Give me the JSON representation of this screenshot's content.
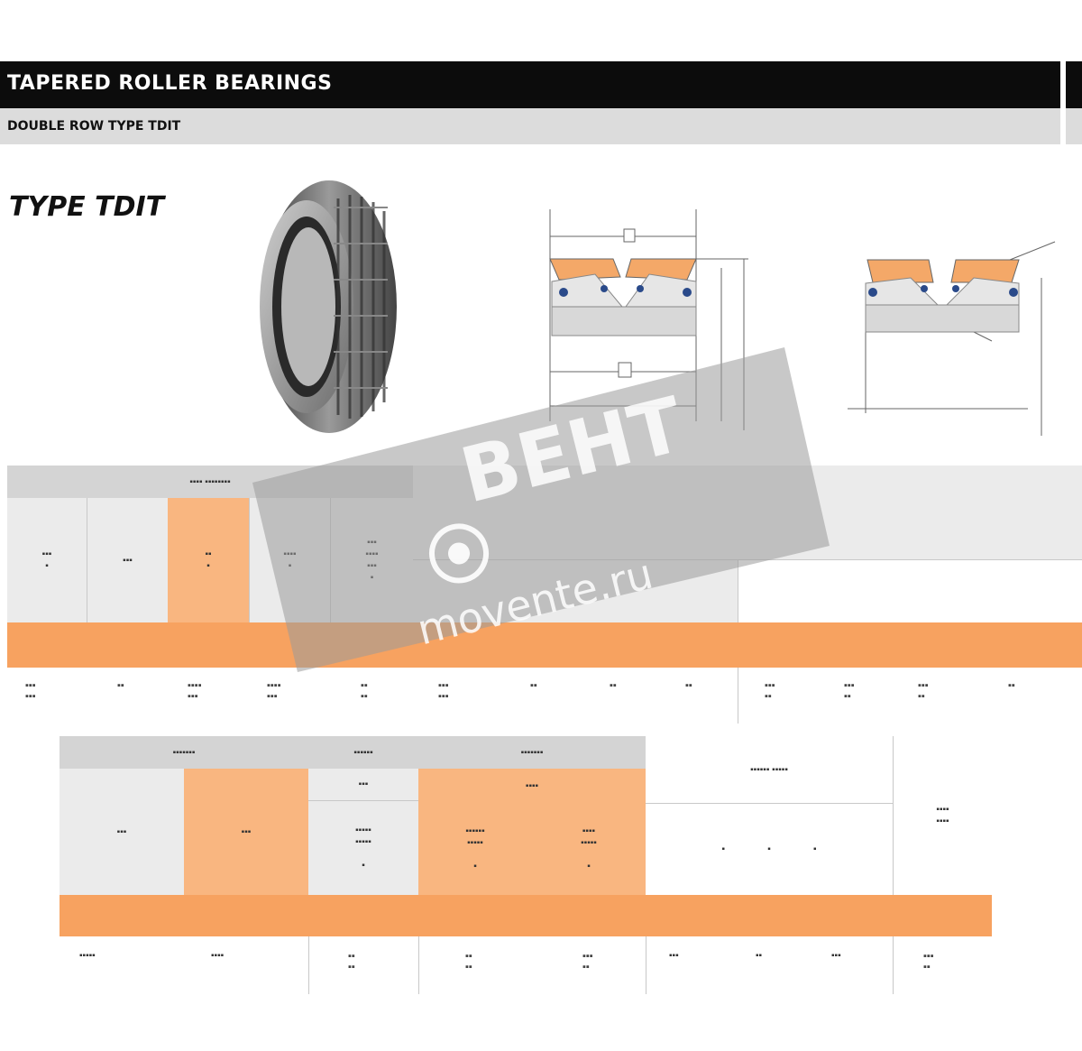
{
  "header": {
    "title": "TAPERED ROLLER BEARINGS",
    "subtitle": "DOUBLE ROW TYPE TDIT"
  },
  "type_label": "TYPE TDIT",
  "watermark": {
    "brand": "ВЕНТ",
    "site": "movente.ru"
  },
  "colors": {
    "header_black": "#0c0c0c",
    "header_grey": "#dcdcdc",
    "accent_orange": "#f7a260",
    "table_grey": "#d4d4d4"
  }
}
